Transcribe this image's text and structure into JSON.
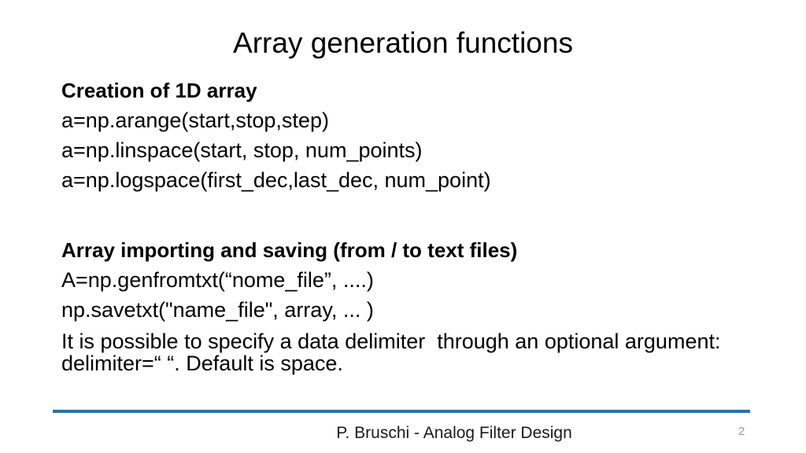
{
  "slide": {
    "title": "Array generation functions",
    "sections": [
      {
        "heading": "Creation of 1D array",
        "lines": [
          "a=np.arange(start,stop,step)",
          "a=np.linspace(start, stop, num_points)",
          "a=np.logspace(first_dec,last_dec, num_point)"
        ]
      },
      {
        "heading": "Array importing and saving (from / to text files)",
        "lines": [
          "A=np.genfromtxt(“nome_file”, ....)",
          "np.savetxt(\"name_file\", array, ... )"
        ],
        "paragraph": "It is possible to specify a data delimiter  through an optional argument: delimiter=“ “. Default is space."
      }
    ],
    "footer": {
      "text": "P. Bruschi - Analog Filter Design",
      "page_number": "2",
      "divider_color": "#1777b9"
    }
  }
}
